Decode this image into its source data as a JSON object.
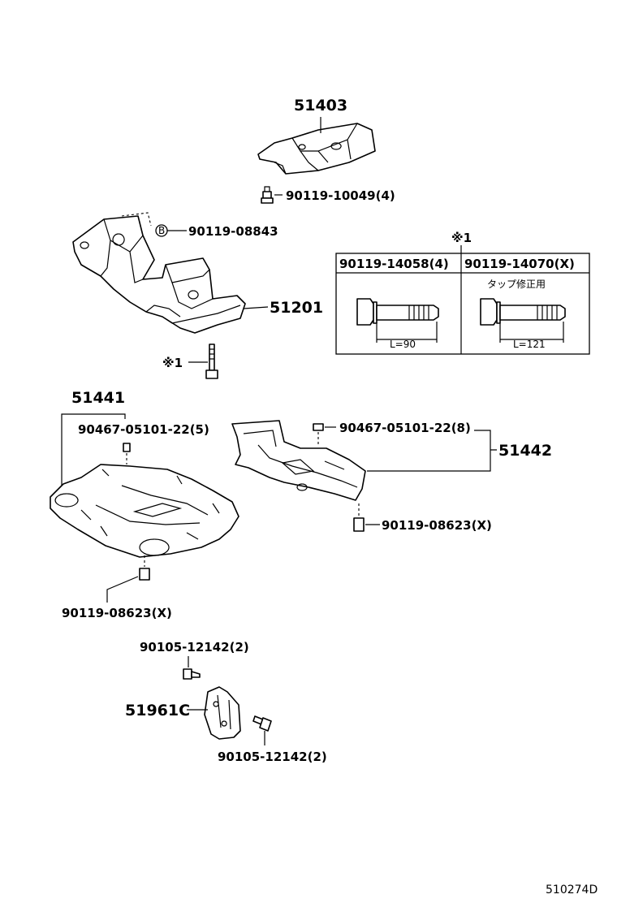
{
  "parts": {
    "p51403": "51403",
    "p51201": "51201",
    "p51441": "51441",
    "p51442": "51442",
    "p51961c": "51961C"
  },
  "fasteners": {
    "f_100049": "90119-10049(4)",
    "f_08843": "90119-08843",
    "f_b_symbol": "B",
    "f_note1_bolt": "※1",
    "f_90467_left": "90467-05101-22(5)",
    "f_90467_right": "90467-05101-22(8)",
    "f_08623_left": "90119-08623(X)",
    "f_08623_right": "90119-08623(X)",
    "f_12142_top": "90105-12142(2)",
    "f_12142_bottom": "90105-12142(2)"
  },
  "note_table": {
    "marker": "※1",
    "col1_header": "90119-14058(4)",
    "col2_header": "90119-14070(X)",
    "col2_note": "タップ修正用",
    "col1_length": "L=90",
    "col2_length": "L=121"
  },
  "footer": {
    "diagram_code": "510274D"
  }
}
